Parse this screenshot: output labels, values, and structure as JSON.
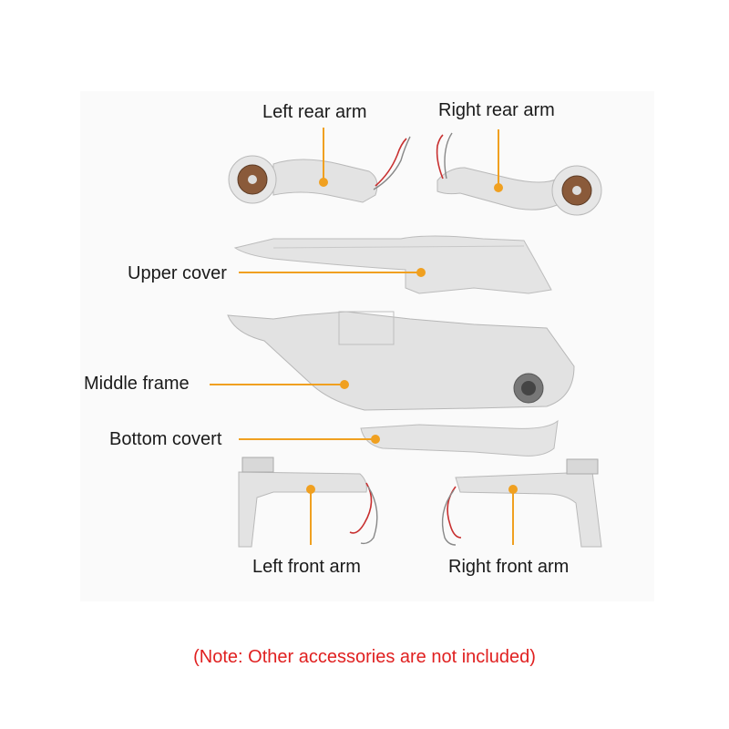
{
  "labels": {
    "left_rear_arm": "Left rear arm",
    "right_rear_arm": "Right rear arm",
    "upper_cover": "Upper cover",
    "middle_frame": "Middle frame",
    "bottom_covert": "Bottom covert",
    "left_front_arm": "Left front arm",
    "right_front_arm": "Right front arm"
  },
  "note": "(Note: Other accessories are not included)",
  "colors": {
    "leader": "#f0a020",
    "note_text": "#e02020",
    "part_fill": "#e3e3e3",
    "part_edge": "#b9b9b9",
    "motor": "#8a5a3a"
  }
}
